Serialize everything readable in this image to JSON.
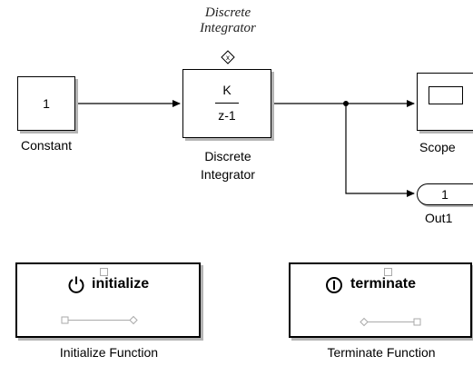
{
  "blocks": {
    "constant": {
      "value": "1",
      "label": "Constant"
    },
    "integrator": {
      "numerator": "K",
      "denominator": "z-1",
      "label_line1": "Discrete",
      "label_line2": "Integrator",
      "title_line1": "Discrete",
      "title_line2": "Integrator",
      "state_port_label": "x"
    },
    "scope": {
      "label": "Scope"
    },
    "out1": {
      "port_number": "1",
      "label": "Out1"
    },
    "initialize_function": {
      "title": "initialize",
      "label": "Initialize Function"
    },
    "terminate_function": {
      "title": "terminate",
      "label": "Terminate Function"
    }
  },
  "colors": {
    "line": "#000000",
    "shadow": "#b4b4b4",
    "background": "#ffffff"
  }
}
